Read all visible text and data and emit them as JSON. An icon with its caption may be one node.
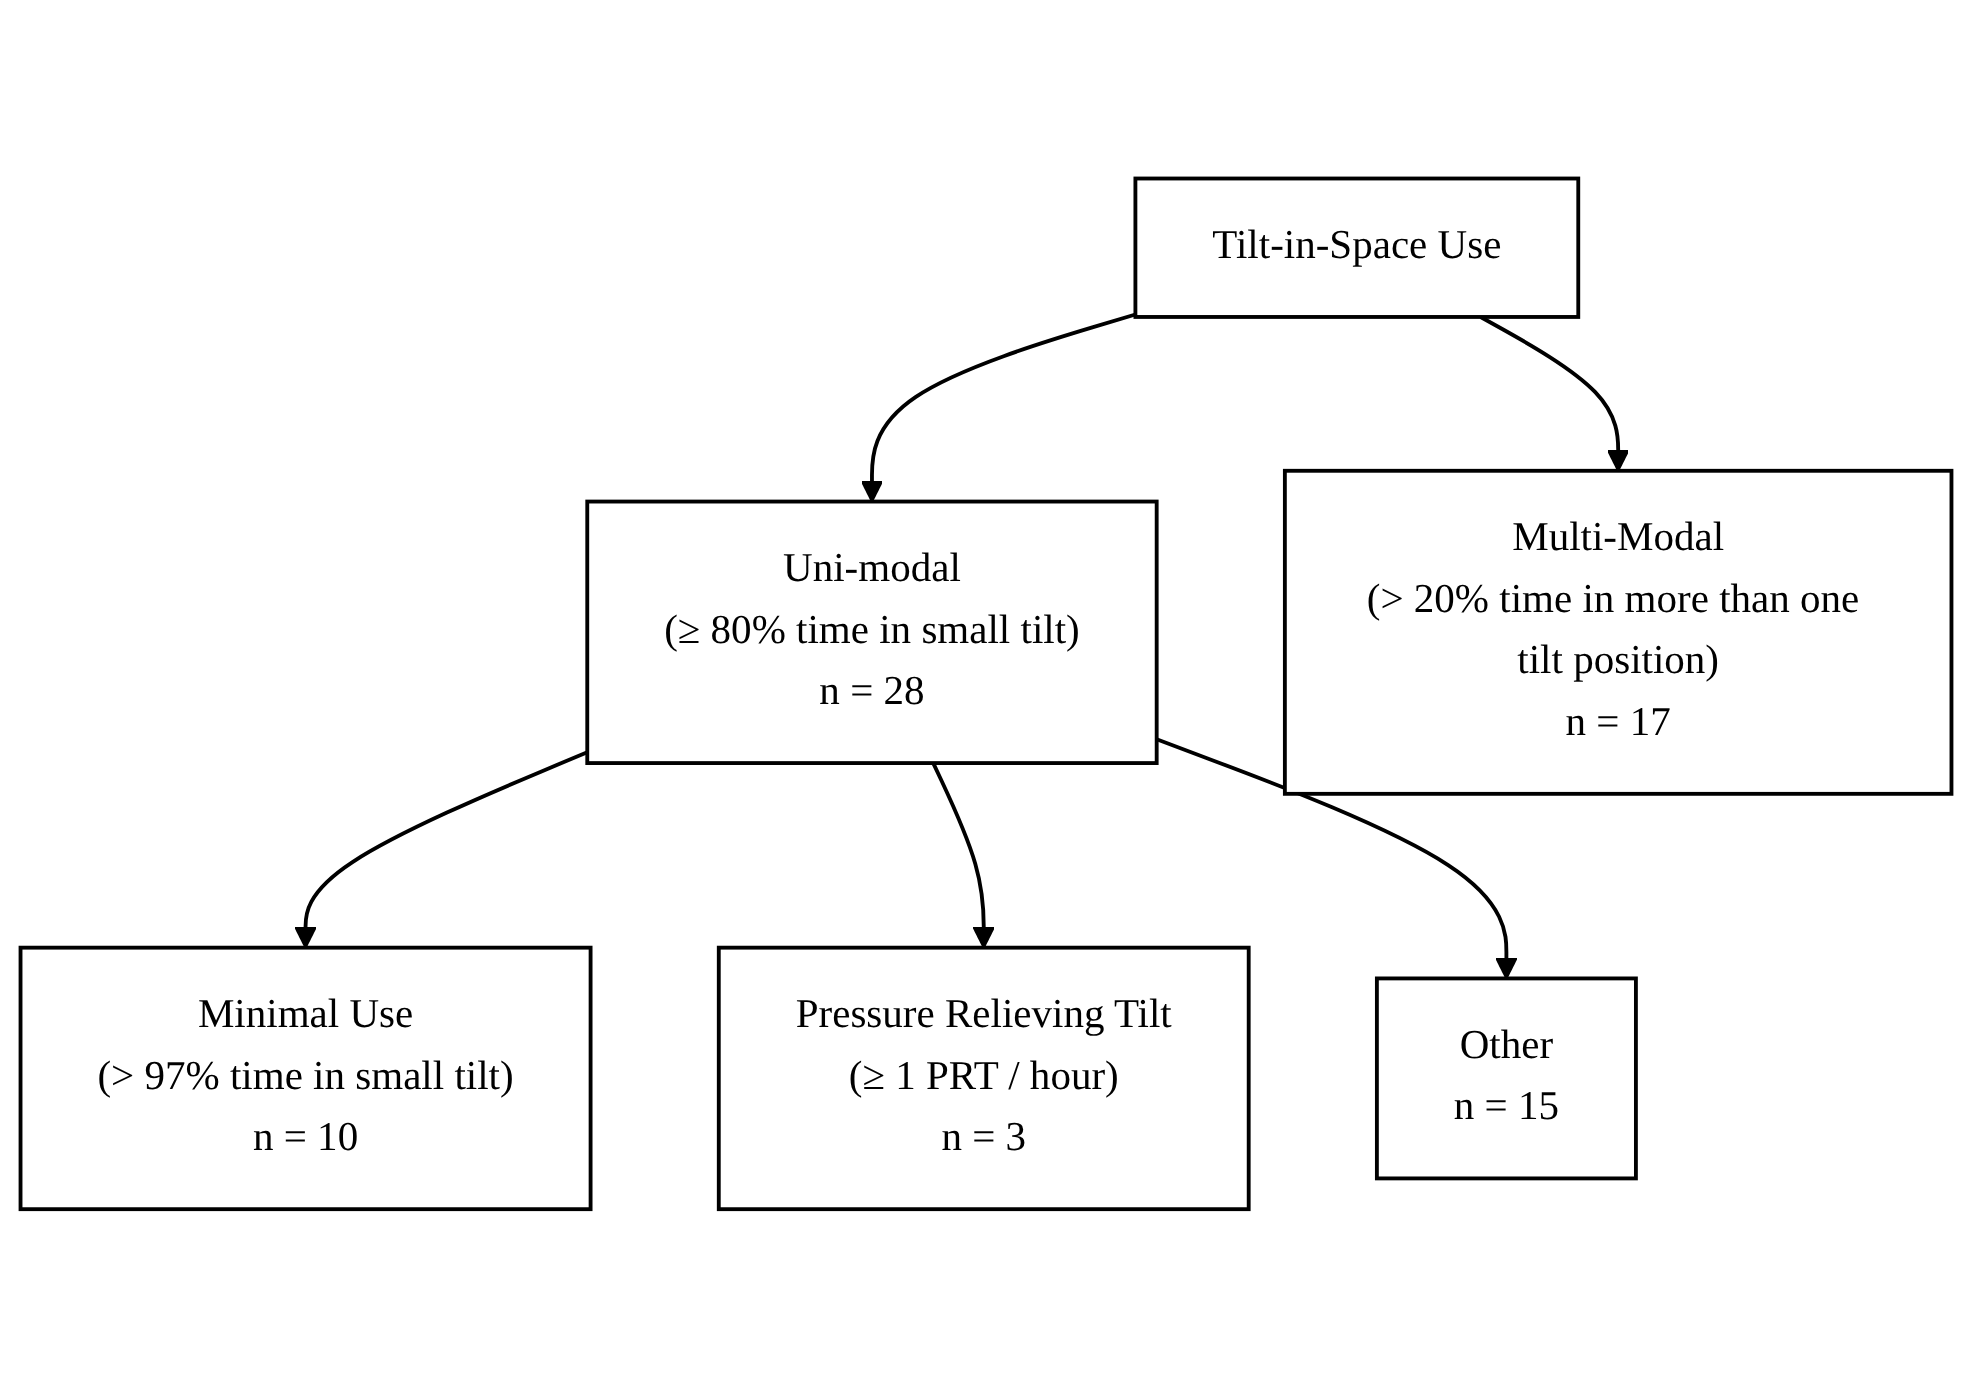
{
  "diagram": {
    "nodes": [
      {
        "text": [
          "Tilt-in-Space Use"
        ]
      },
      {
        "text": [
          "Uni-modal",
          "(≥ 80% time in small tilt)",
          "n = 28"
        ]
      },
      {
        "text": [
          "Multi-Modal",
          "(> 20% time in more than one tilt position)",
          "n = 17"
        ]
      },
      {
        "text": [
          "Minimal Use",
          "(> 97% time in small tilt)",
          "n = 10"
        ]
      },
      {
        "text": [
          "Pressure Relieving Tilt",
          "(≥ 1 PRT / hour)",
          "n = 3"
        ]
      },
      {
        "text": [
          "Other",
          "n = 15"
        ]
      }
    ],
    "edges": [
      {
        "from": 0,
        "to": 1,
        "arrow": "to"
      },
      {
        "from": 0,
        "to": 2,
        "arrow": "to"
      },
      {
        "from": 1,
        "to": 3,
        "arrow": "to"
      },
      {
        "from": 1,
        "to": 4,
        "arrow": "to"
      },
      {
        "from": 1,
        "to": 5,
        "arrow": "to"
      }
    ]
  }
}
